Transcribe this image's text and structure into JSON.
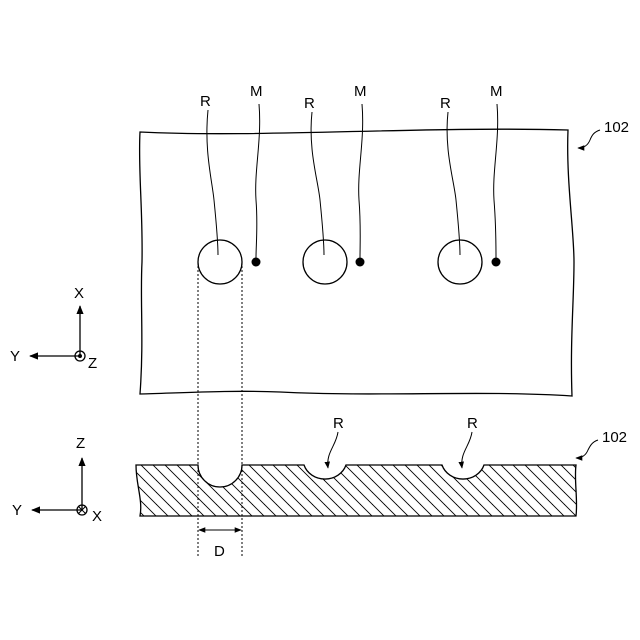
{
  "reference_numeral": "102",
  "top_view": {
    "recess_labels": [
      "R",
      "R",
      "R"
    ],
    "mark_labels": [
      "M",
      "M",
      "M"
    ]
  },
  "section_view": {
    "recess_labels": [
      "R",
      "R"
    ],
    "dimension_label": "D"
  },
  "axes_top": {
    "vertical": "X",
    "horizontal": "Y",
    "out_of_plane": "Z"
  },
  "axes_section": {
    "vertical": "Z",
    "horizontal": "Y",
    "out_of_plane": "X"
  }
}
